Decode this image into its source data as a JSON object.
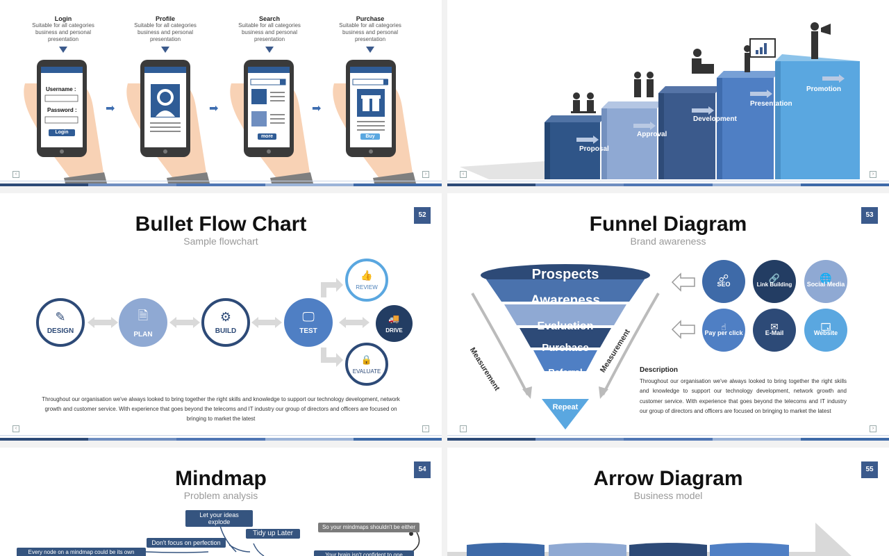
{
  "colors": {
    "navy": "#2d4a77",
    "blue": "#4f76b4",
    "light_blue": "#8fa9d3",
    "sky": "#5aa7e0"
  },
  "slide1": {
    "steps": [
      {
        "title": "Login",
        "desc": [
          "Suitable for all categories",
          "business and personal",
          "presentation"
        ]
      },
      {
        "title": "Profile",
        "desc": [
          "Suitable for all categories",
          "business and personal",
          "presentation"
        ]
      },
      {
        "title": "Search",
        "desc": [
          "Suitable for all categories",
          "business and personal",
          "presentation"
        ]
      },
      {
        "title": "Purchase",
        "desc": [
          "Suitable for all categories",
          "business and personal",
          "presentation"
        ]
      }
    ],
    "username_label": "Username :",
    "password_label": "Password :",
    "login_button": "Login",
    "more_button": "more",
    "buy_button": "Buy"
  },
  "slide2": {
    "stairs": [
      "Proposal",
      "Approval",
      "Development",
      "Presentation",
      "Promotion"
    ]
  },
  "slide3": {
    "page": "52",
    "title": "Bullet Flow Chart",
    "subtitle": "Sample flowchart",
    "nodes": {
      "design": "DESIGN",
      "plan": "PLAN",
      "build": "BUILD",
      "test": "TEST",
      "review": "REVIEW",
      "drive": "DRIVE",
      "evaluate": "EVALUATE"
    },
    "description": "Throughout our organisation we've always looked to bring together the right skills and knowledge to support our technology development, network growth and customer service. With experience that goes beyond the telecoms and IT industry our group of directors and officers are focused on bringing to market the latest"
  },
  "slide4": {
    "page": "53",
    "title": "Funnel Diagram",
    "subtitle": "Brand awareness",
    "levels": [
      "Prospects",
      "Awareness",
      "Evaluation",
      "Purchase",
      "Referral",
      "Repeat"
    ],
    "measurement": "Measurement",
    "circles": [
      "SEO",
      "Link Building",
      "Social Media",
      "Pay per click",
      "E-Mail",
      "Website"
    ],
    "desc_title": "Description",
    "description": "Throughout our organisation we've always looked to bring together the right skills and knowledge to support our technology development, network growth and customer service. With experience that goes beyond the telecoms and IT industry our group of directors and officers are focused on bringing to market the latest"
  },
  "slide5": {
    "page": "54",
    "title": "Mindmap",
    "subtitle": "Problem analysis",
    "boxes": [
      "Let your ideas explode",
      "Don't focus on perfection",
      "Tidy up Later",
      "Every node on a mindmap could be its own",
      "So your mindmaps shouldn't be either",
      "Your brain isn't confident to one"
    ]
  },
  "slide6": {
    "page": "55",
    "title": "Arrow Diagram",
    "subtitle": "Business model"
  }
}
